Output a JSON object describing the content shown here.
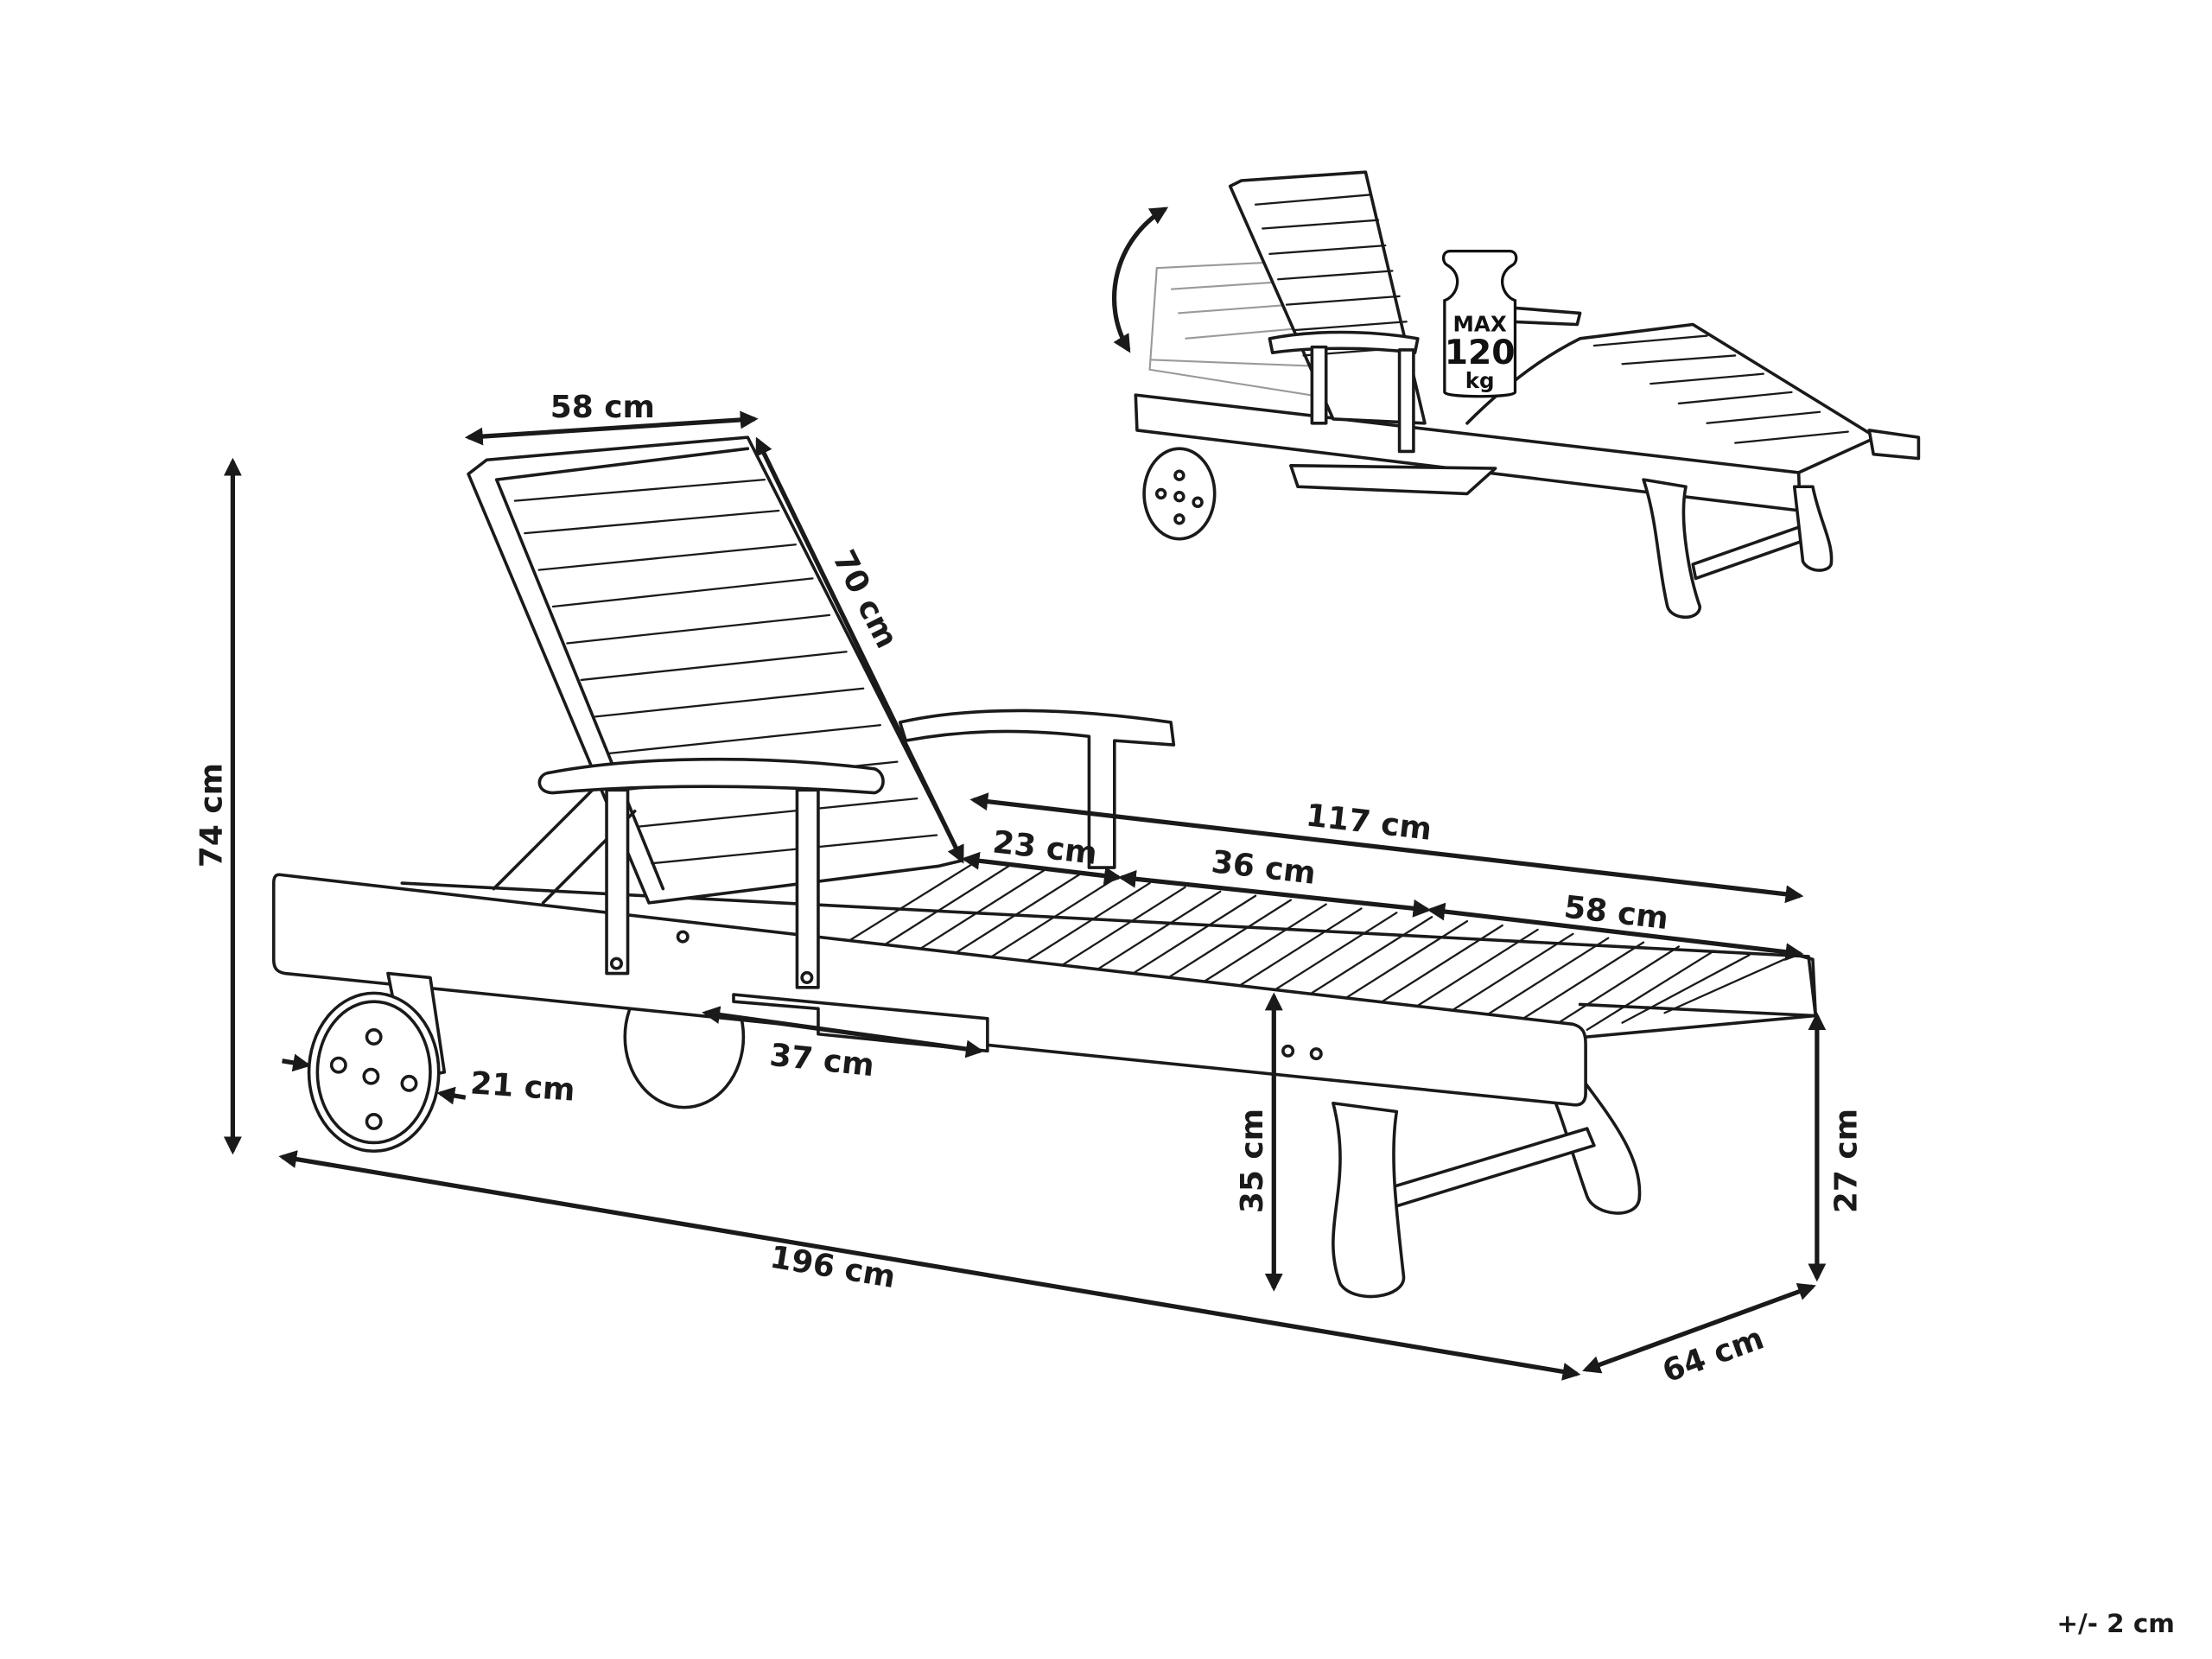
{
  "dimensions": {
    "backrest_width": "58 cm",
    "backrest_length": "70 cm",
    "total_height": "74 cm",
    "seat_length": "117 cm",
    "seat_segment_1": "23 cm",
    "seat_segment_2": "36 cm",
    "seat_segment_3": "58 cm",
    "tray_length": "37 cm",
    "wheel_diameter": "21 cm",
    "armrest_height_to_seat": "35 cm",
    "seat_height": "27 cm",
    "total_length": "196 cm",
    "total_width": "64 cm"
  },
  "weight_badge": {
    "max": "MAX",
    "value": "120",
    "unit": "kg"
  },
  "tolerance": "+/- 2 cm",
  "icons": [
    "weight-icon",
    "adjust-backrest-arrow-icon"
  ]
}
